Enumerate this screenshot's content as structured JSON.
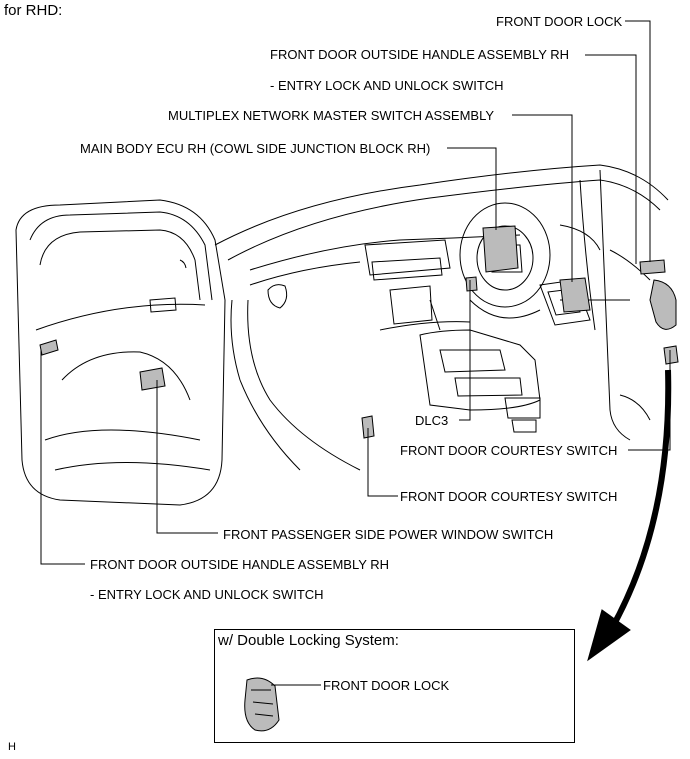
{
  "header": {
    "title": "for RHD:"
  },
  "labels": {
    "front_door_lock_top": "FRONT DOOR LOCK",
    "outside_handle_rh_top": "FRONT DOOR OUTSIDE HANDLE ASSEMBLY RH",
    "entry_switch_top": "- ENTRY LOCK AND UNLOCK SWITCH",
    "multiplex_master": "MULTIPLEX NETWORK MASTER SWITCH ASSEMBLY",
    "main_body_ecu": "MAIN BODY ECU RH (COWL SIDE JUNCTION BLOCK RH)",
    "dlc3": "DLC3",
    "courtesy_switch_right": "FRONT DOOR COURTESY SWITCH",
    "courtesy_switch_left": "FRONT DOOR COURTESY SWITCH",
    "passenger_window_switch": "FRONT PASSENGER SIDE POWER WINDOW SWITCH",
    "outside_handle_rh_bottom": "FRONT DOOR OUTSIDE HANDLE ASSEMBLY RH",
    "entry_switch_bottom": "- ENTRY LOCK AND UNLOCK SWITCH"
  },
  "inset": {
    "title": "w/ Double Locking System:",
    "part_label": "FRONT DOOR LOCK"
  },
  "footer": {
    "code": "H"
  }
}
